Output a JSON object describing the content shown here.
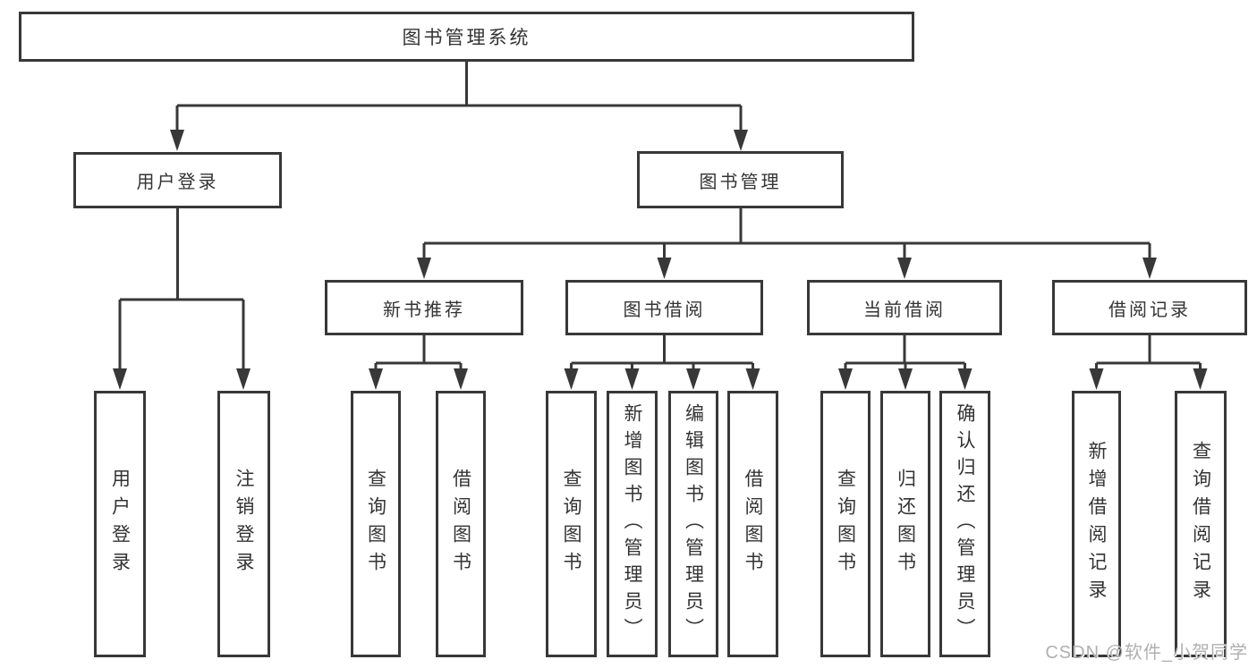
{
  "colors": {
    "line": "#383838",
    "box_border": "#383838",
    "box_fill": "#ffffff",
    "text": "#333333",
    "watermark_text": "#b0b0b0",
    "background": "#ffffff"
  },
  "tree": {
    "root": "图书管理系统",
    "branches": [
      {
        "label": "用户登录",
        "children": [
          "用户登录",
          "注销登录"
        ]
      },
      {
        "label": "图书管理",
        "children": [
          {
            "label": "新书推荐",
            "children": [
              "查询图书",
              "借阅图书"
            ]
          },
          {
            "label": "图书借阅",
            "children": [
              "查询图书",
              "新增图书（管理员）",
              "编辑图书（管理员）",
              "借阅图书"
            ]
          },
          {
            "label": "当前借阅",
            "children": [
              "查询图书",
              "归还图书",
              "确认归还（管理员）"
            ]
          },
          {
            "label": "借阅记录",
            "children": [
              "新增借阅记录",
              "查询借阅记录"
            ]
          }
        ]
      }
    ]
  },
  "watermark": "CSDN @软件_小贺同学"
}
